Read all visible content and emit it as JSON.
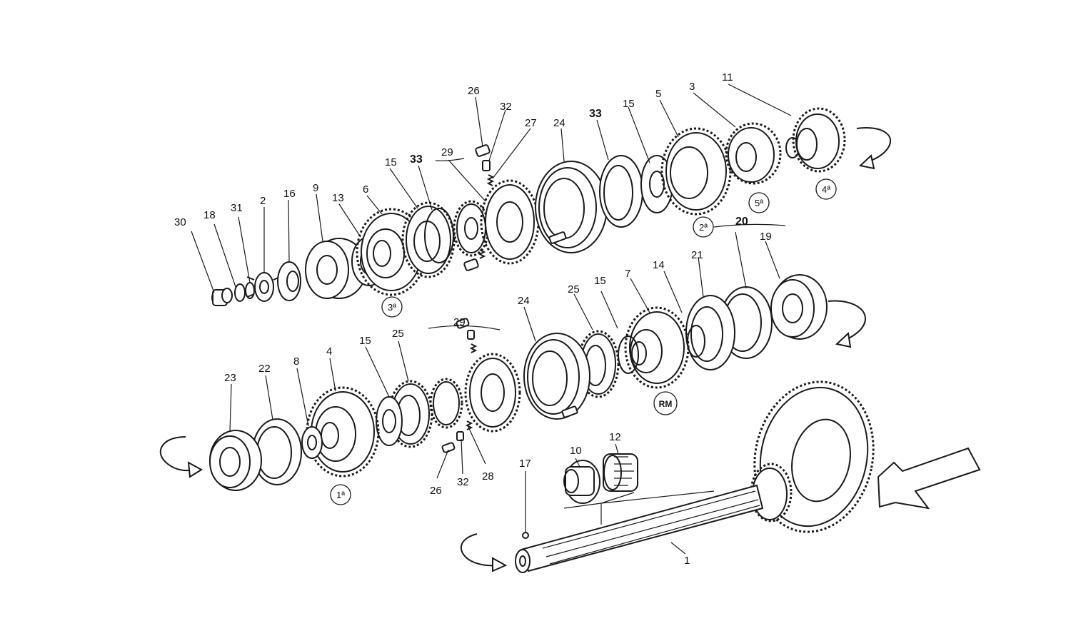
{
  "callouts": {
    "top": [
      "30",
      "18",
      "31",
      "2",
      "16",
      "9",
      "13",
      "6",
      "15",
      "33",
      "29",
      "26",
      "32",
      "27",
      "24",
      "33",
      "15",
      "5",
      "3",
      "11"
    ],
    "middle": [
      "20",
      "19",
      "21",
      "14",
      "7",
      "15",
      "25",
      "24",
      "29"
    ],
    "bottom": [
      "23",
      "22",
      "8",
      "4",
      "15",
      "25",
      "26",
      "32",
      "28",
      "17",
      "10",
      "12",
      "1"
    ]
  },
  "gear_markers": {
    "third": "3ª",
    "second": "2ª",
    "fifth": "5ª",
    "fourth": "4ª",
    "reverse": "RM",
    "first": "1ª"
  },
  "icons": [
    "rotation-arrow-icon",
    "direction-arrow-icon"
  ]
}
